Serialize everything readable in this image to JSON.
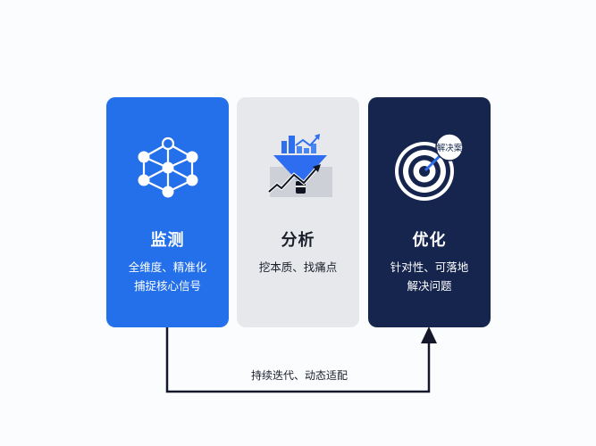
{
  "colors": {
    "background": "#fbfcfe",
    "monitor_card": "#2370ea",
    "analyze_card": "#e6e8ec",
    "optimize_card": "#15254d",
    "loop_line": "#15182a"
  },
  "cards": [
    {
      "id": "monitor",
      "icon": "network-cube-icon",
      "title": "监测",
      "desc_lines": [
        "全维度、精准化",
        "捕捉核心信号"
      ]
    },
    {
      "id": "analyze",
      "icon": "funnel-chart-icon",
      "title": "分析",
      "desc_lines": [
        "挖本质、找痛点"
      ]
    },
    {
      "id": "optimize",
      "icon": "target-icon",
      "icon_badge": "解决案",
      "title": "优化",
      "desc_lines": [
        "针对性、可落地",
        "解决问题"
      ]
    }
  ],
  "loop": {
    "label": "持续迭代、动态适配"
  }
}
